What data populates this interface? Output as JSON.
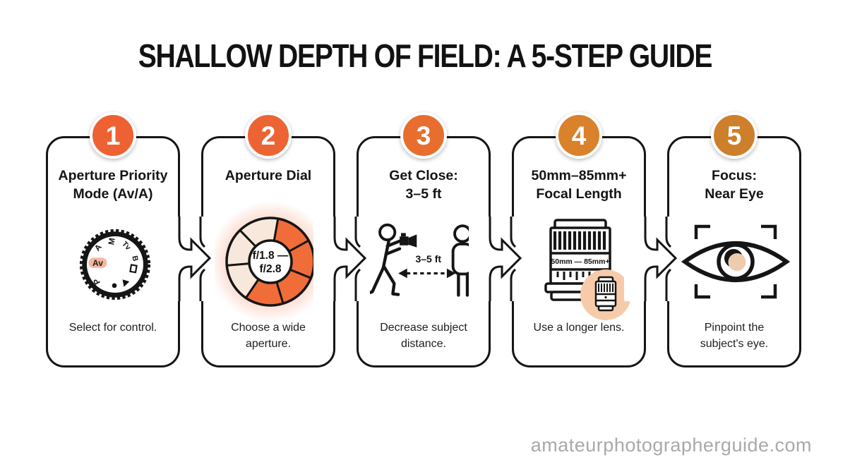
{
  "page": {
    "title": "SHALLOW DEPTH OF FIELD: A 5-STEP GUIDE",
    "watermark": "amateurphotographerguide.com"
  },
  "colors": {
    "ink": "#151515",
    "badge_orange": "#ED6233",
    "badge_amber": "#D9812B",
    "aperture_orange": "#F06C39",
    "pale_peach": "#F7E8DB",
    "peach_accent": "#F7CBAA",
    "highlight_salmon": "#F5B79E",
    "watermark_gray": "#A9A9A9"
  },
  "steps": [
    {
      "number": "1",
      "badge_color": "#EE6132",
      "title": "Aperture Priority\nMode (Av/A)",
      "description": "Select for control.",
      "icon": "camera-mode-dial-icon",
      "dial": {
        "selected": "Av",
        "modes": [
          "A",
          "M",
          "Tv",
          "B",
          "P"
        ]
      }
    },
    {
      "number": "2",
      "badge_color": "#EC6433",
      "title": "Aperture Dial",
      "description": "Choose a wide\naperture.",
      "icon": "aperture-ring-icon",
      "aperture_line1": "f/1.8 —",
      "aperture_line2": "f/2.8"
    },
    {
      "number": "3",
      "badge_color": "#E76E2E",
      "title": "Get Close:\n3–5 ft",
      "description": "Decrease subject\ndistance.",
      "icon": "photographer-distance-icon",
      "distance_label": "3–5 ft"
    },
    {
      "number": "4",
      "badge_color": "#D9812B",
      "title": "50mm–85mm+\nFocal Length",
      "description": "Use a longer lens.",
      "icon": "telephoto-lens-icon",
      "lens_label": "50mm — 85mm+"
    },
    {
      "number": "5",
      "badge_color": "#CE7F2C",
      "title": "Focus:\nNear Eye",
      "description": "Pinpoint the\nsubject's eye.",
      "icon": "eye-focus-icon"
    }
  ]
}
